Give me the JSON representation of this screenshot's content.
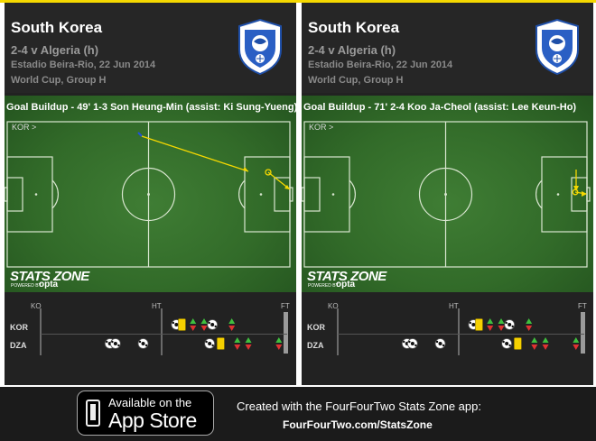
{
  "panels": [
    {
      "team": "South Korea",
      "score": "2-4 v Algeria (h)",
      "venue": "Estadio Beira-Rio, 22 Jun 2014",
      "competition": "World Cup, Group H",
      "crest_icon": "korea-fa-tiger-crest-icon",
      "goal_title": "Goal Buildup - 49' 1-3 Son Heung-Min  (assist: Ki Sung-Yueng)",
      "attack_direction_label": "KOR >",
      "brand_stats": "STATS",
      "brand_zone": "ZONE",
      "powered_by": "POWERED BY",
      "opta": "opta",
      "timeline": {
        "ko": "KO",
        "ht": "HT",
        "ft": "FT",
        "home": "KOR",
        "away": "DZA",
        "home_events": [
          {
            "minute": 50,
            "type": "goal"
          },
          {
            "minute": 52,
            "type": "yellow-card"
          },
          {
            "minute": 56,
            "type": "substitution"
          },
          {
            "minute": 60,
            "type": "substitution"
          },
          {
            "minute": 63,
            "type": "goal"
          },
          {
            "minute": 70,
            "type": "substitution"
          }
        ],
        "away_events": [
          {
            "minute": 26,
            "type": "goal"
          },
          {
            "minute": 28,
            "type": "goal"
          },
          {
            "minute": 38,
            "type": "goal"
          },
          {
            "minute": 62,
            "type": "goal"
          },
          {
            "minute": 66,
            "type": "yellow-card"
          },
          {
            "minute": 72,
            "type": "substitution"
          },
          {
            "minute": 76,
            "type": "substitution"
          },
          {
            "minute": 87,
            "type": "substitution"
          }
        ]
      }
    },
    {
      "team": "South Korea",
      "score": "2-4 v Algeria (h)",
      "venue": "Estadio Beira-Rio, 22 Jun 2014",
      "competition": "World Cup, Group H",
      "crest_icon": "korea-fa-tiger-crest-icon",
      "goal_title": "Goal Buildup - 71' 2-4 Koo Ja-Cheol  (assist: Lee Keun-Ho)",
      "attack_direction_label": "KOR >",
      "brand_stats": "STATS",
      "brand_zone": "ZONE",
      "powered_by": "POWERED BY",
      "opta": "opta",
      "timeline": {
        "ko": "KO",
        "ht": "HT",
        "ft": "FT",
        "home": "KOR",
        "away": "DZA",
        "home_events": [
          {
            "minute": 50,
            "type": "goal"
          },
          {
            "minute": 52,
            "type": "yellow-card"
          },
          {
            "minute": 56,
            "type": "substitution"
          },
          {
            "minute": 60,
            "type": "substitution"
          },
          {
            "minute": 63,
            "type": "goal"
          },
          {
            "minute": 70,
            "type": "substitution"
          }
        ],
        "away_events": [
          {
            "minute": 26,
            "type": "goal"
          },
          {
            "minute": 28,
            "type": "goal"
          },
          {
            "minute": 38,
            "type": "goal"
          },
          {
            "minute": 62,
            "type": "goal"
          },
          {
            "minute": 66,
            "type": "yellow-card"
          },
          {
            "minute": 72,
            "type": "substitution"
          },
          {
            "minute": 76,
            "type": "substitution"
          },
          {
            "minute": 87,
            "type": "substitution"
          }
        ]
      }
    }
  ],
  "footer": {
    "app_store_line1": "Available on the",
    "app_store_line2": "App Store",
    "credit_line1": "Created with the FourFourTwo Stats Zone app:",
    "credit_line2": "FourFourTwo.com/StatsZone"
  },
  "colors": {
    "accent_bar": "#f5d800",
    "pass_line": "#f5d800",
    "pitch": "#326b29",
    "card_background": "#222222"
  }
}
